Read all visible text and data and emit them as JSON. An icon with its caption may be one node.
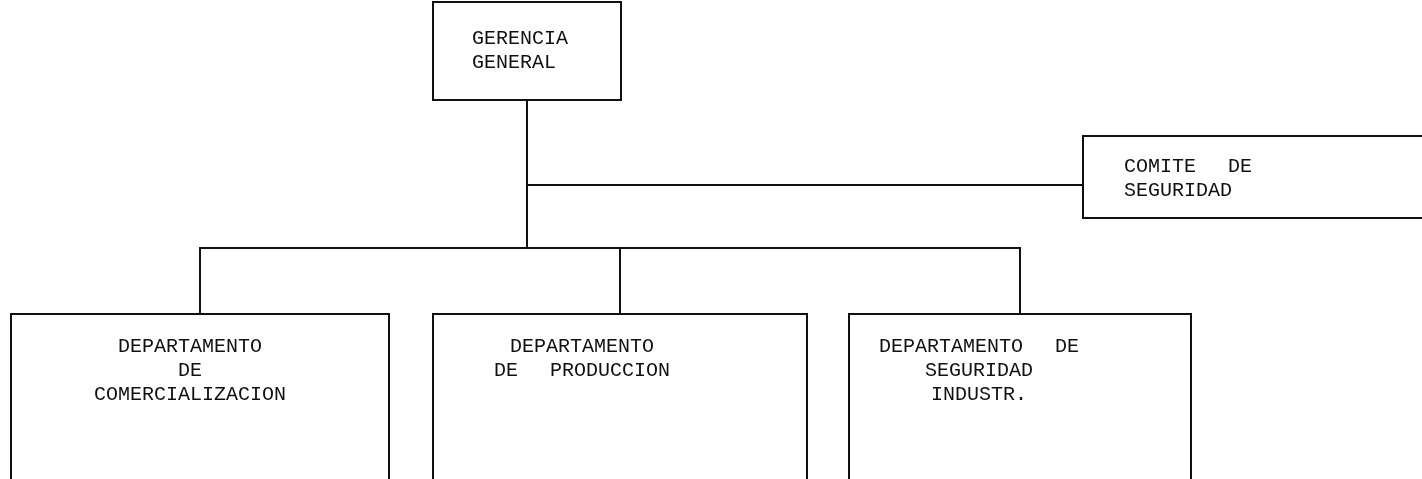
{
  "diagram": {
    "nodes": [
      {
        "text": [
          "GERENCIA GENERAL"
        ]
      },
      {
        "text": [
          "COMITE DE SEGURIDAD"
        ]
      },
      {
        "text": [
          "DEPARTAMENTO DE COMERCIALIZACION"
        ]
      },
      {
        "text": [
          "DEPARTAMENTO DE PRODUCCION"
        ]
      },
      {
        "text": [
          "DEPARTAMENTO DE SEGURIDAD INDUSTR."
        ]
      }
    ],
    "edges": [
      {
        "from": 0,
        "to": 1,
        "arrow": "none"
      },
      {
        "from": 0,
        "to": 2,
        "arrow": "none"
      },
      {
        "from": 0,
        "to": 3,
        "arrow": "none"
      },
      {
        "from": 0,
        "to": 4,
        "arrow": "none"
      }
    ]
  }
}
